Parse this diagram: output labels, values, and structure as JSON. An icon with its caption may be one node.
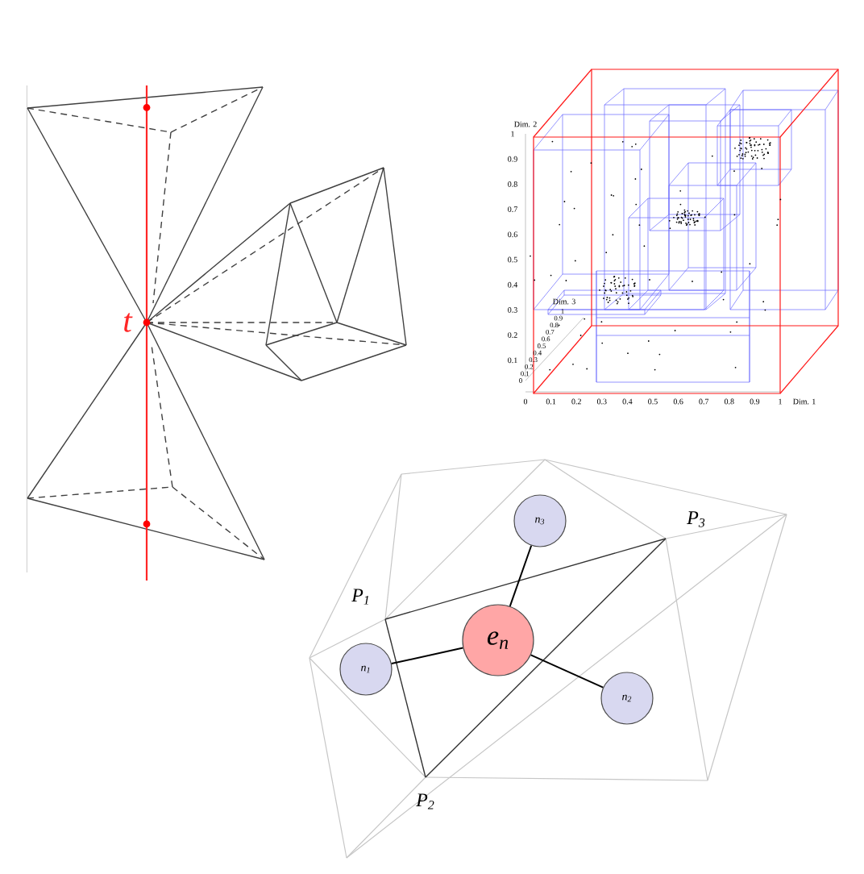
{
  "diagram": {
    "nodes": [
      {
        "text": [
          "n$_{3}$"
        ]
      },
      {
        "text": [
          "e$_{n}$"
        ]
      },
      {
        "text": [
          "n$_{1}$"
        ]
      },
      {
        "text": [
          "n$_{2}$"
        ]
      }
    ],
    "edges": [
      {
        "from": 1,
        "to": 0,
        "arrow": "none"
      },
      {
        "from": 1,
        "to": 2,
        "arrow": "none"
      },
      {
        "from": 1,
        "to": 3,
        "arrow": "none"
      }
    ],
    "labels": [
      "t",
      "Dim. 2",
      "1",
      "0.9",
      "0.8",
      "0.7",
      "0.6",
      "0.5",
      "0.4",
      "0.3",
      "0.2",
      "0.1",
      "Dim. 3",
      "1",
      "0.9",
      "0.8",
      "0.7",
      "0.6",
      "0.5",
      "0.4",
      "0.3",
      "0.2",
      "0.1",
      "0",
      "0",
      "0.1",
      "0.2",
      "0.3",
      "0.4",
      "0.5",
      "0.6",
      "0.7",
      "0.8",
      "0.9",
      "1",
      "Dim. 1",
      "P$_{1}$",
      "P$_{3}$",
      "P$_{2}$"
    ]
  }
}
